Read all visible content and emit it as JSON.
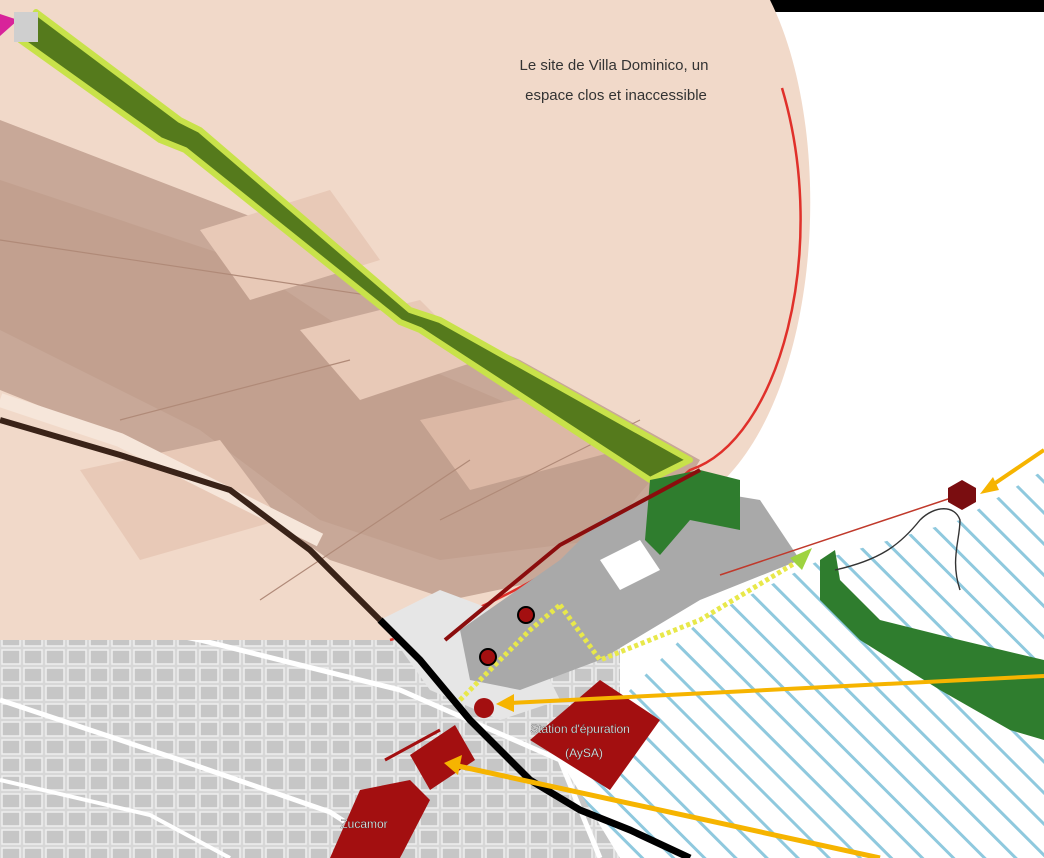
{
  "map": {
    "site_caption_line1": "Le site de Villa Dominico, un",
    "site_caption_line2": "espace clos et inaccessible",
    "station_label_line1": "Station d'épuration",
    "station_label_line2": "(AySA)",
    "zucamor_label": "Zucamor"
  },
  "colors": {
    "enclosure_fill": "#f1d9c9",
    "enclosure_border": "#e0302a",
    "forest_strip": "#557a1c",
    "forest_outline": "#c8e24a",
    "green_patch": "#2f7d2e",
    "urban_gray": "#b7b7b7",
    "brown_road": "#3a2318",
    "black_road": "#000000",
    "industrial_red": "#a30f10",
    "yellow_path": "#e8e84a",
    "water_stripes": "#8fc9de",
    "arrow_orange": "#f6b400",
    "top_bar": "#000000"
  }
}
